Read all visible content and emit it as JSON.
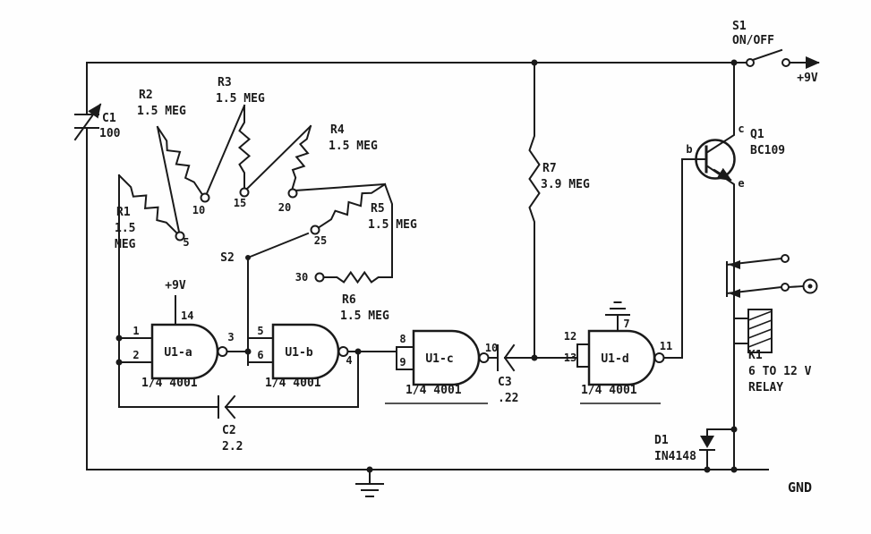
{
  "schematic": {
    "power": {
      "v_plus": "+9V",
      "v_plus_gate": "+9V",
      "gnd": "GND"
    },
    "s1": {
      "name": "S1",
      "desc": "ON/OFF"
    },
    "s2": {
      "name": "S2",
      "taps": [
        "5",
        "10",
        "15",
        "20",
        "25",
        "30"
      ]
    },
    "capacitors": {
      "c1": {
        "name": "C1",
        "value": "100"
      },
      "c2": {
        "name": "C2",
        "value": "2.2"
      },
      "c3": {
        "name": "C3",
        "value": ".22"
      }
    },
    "resistors": {
      "r1": {
        "name": "R1",
        "value": "1.5",
        "unit": "MEG"
      },
      "r2": {
        "name": "R2",
        "value": "1.5 MEG"
      },
      "r3": {
        "name": "R3",
        "value": "1.5 MEG"
      },
      "r4": {
        "name": "R4",
        "value": "1.5 MEG"
      },
      "r5": {
        "name": "R5",
        "value": "1.5 MEG"
      },
      "r6": {
        "name": "R6",
        "value": "1.5 MEG"
      },
      "r7": {
        "name": "R7",
        "value": "3.9 MEG"
      }
    },
    "gates": {
      "u1a": {
        "name": "U1-a",
        "part": "1/4 4001",
        "pins": {
          "in1": "1",
          "in2": "2",
          "out": "3",
          "vdd": "14"
        }
      },
      "u1b": {
        "name": "U1-b",
        "part": "1/4 4001",
        "pins": {
          "in1": "5",
          "in2": "6",
          "out": "4"
        }
      },
      "u1c": {
        "name": "U1-c",
        "part": "1/4 4001",
        "pins": {
          "in1": "8",
          "in2": "9",
          "out": "10"
        }
      },
      "u1d": {
        "name": "U1-d",
        "part": "1/4 4001",
        "pins": {
          "in1": "12",
          "in2": "13",
          "out": "11",
          "gnd": "7"
        }
      }
    },
    "transistor": {
      "name": "Q1",
      "part": "BC109",
      "b": "b",
      "c": "c",
      "e": "e"
    },
    "diode": {
      "name": "D1",
      "part": "IN4148"
    },
    "relay": {
      "name": "K1",
      "rating": "6 TO 12 V",
      "type": "RELAY"
    }
  }
}
